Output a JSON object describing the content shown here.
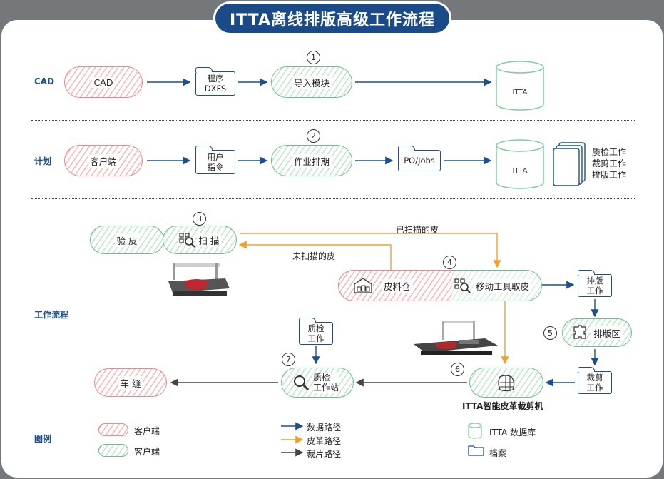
{
  "title": "ITTA离线排版高级工作流程",
  "rows": {
    "cad": "CAD",
    "plan": "计划",
    "workflow": "工作流程"
  },
  "row1": {
    "cad_pill": "CAD",
    "folder_line1": "程序",
    "folder_line2": "DXFS",
    "step": "1",
    "import": "导入模块",
    "db": "ITTA"
  },
  "row2": {
    "client": "客户端",
    "folder_line1": "用户",
    "folder_line2": "指令",
    "step": "2",
    "schedule": "作业排期",
    "po": "PO/Jobs",
    "db": "ITTA",
    "jobs": [
      "质检工作",
      "裁剪工作",
      "排版工作"
    ]
  },
  "row3": {
    "step3": "3",
    "inspect": "验 皮",
    "scan": "扫 描",
    "scanned": "已扫描的皮",
    "unscanned": "未扫描的皮",
    "step4": "4",
    "warehouse": "皮料仓",
    "mobile": "移动工具取皮",
    "nest_folder_1": "排版",
    "nest_folder_2": "工作",
    "step5": "5",
    "nest_area": "排版区",
    "cut_folder_1": "裁剪",
    "cut_folder_2": "工作",
    "step6": "6",
    "cutter": "ITTA智能皮革裁剪机",
    "step7": "7",
    "qc_folder_1": "质检",
    "qc_folder_2": "工作",
    "qc_station_1": "质检",
    "qc_station_2": "工作站",
    "sew": "车 缝"
  },
  "legend": {
    "title": "图例",
    "red_pill": "客户端",
    "green_pill": "客户端",
    "data_path": "数据路径",
    "leather_path": "皮革路径",
    "cut_path": "裁片路径",
    "db": "ITTA 数据库",
    "file": "档案"
  },
  "colors": {
    "navy": "#1b4a88",
    "blue_arrow": "#1c4f8f",
    "orange_arrow": "#f0a030",
    "dark_arrow": "#444444",
    "red": "#e88a8a",
    "green": "#6cc08c"
  }
}
